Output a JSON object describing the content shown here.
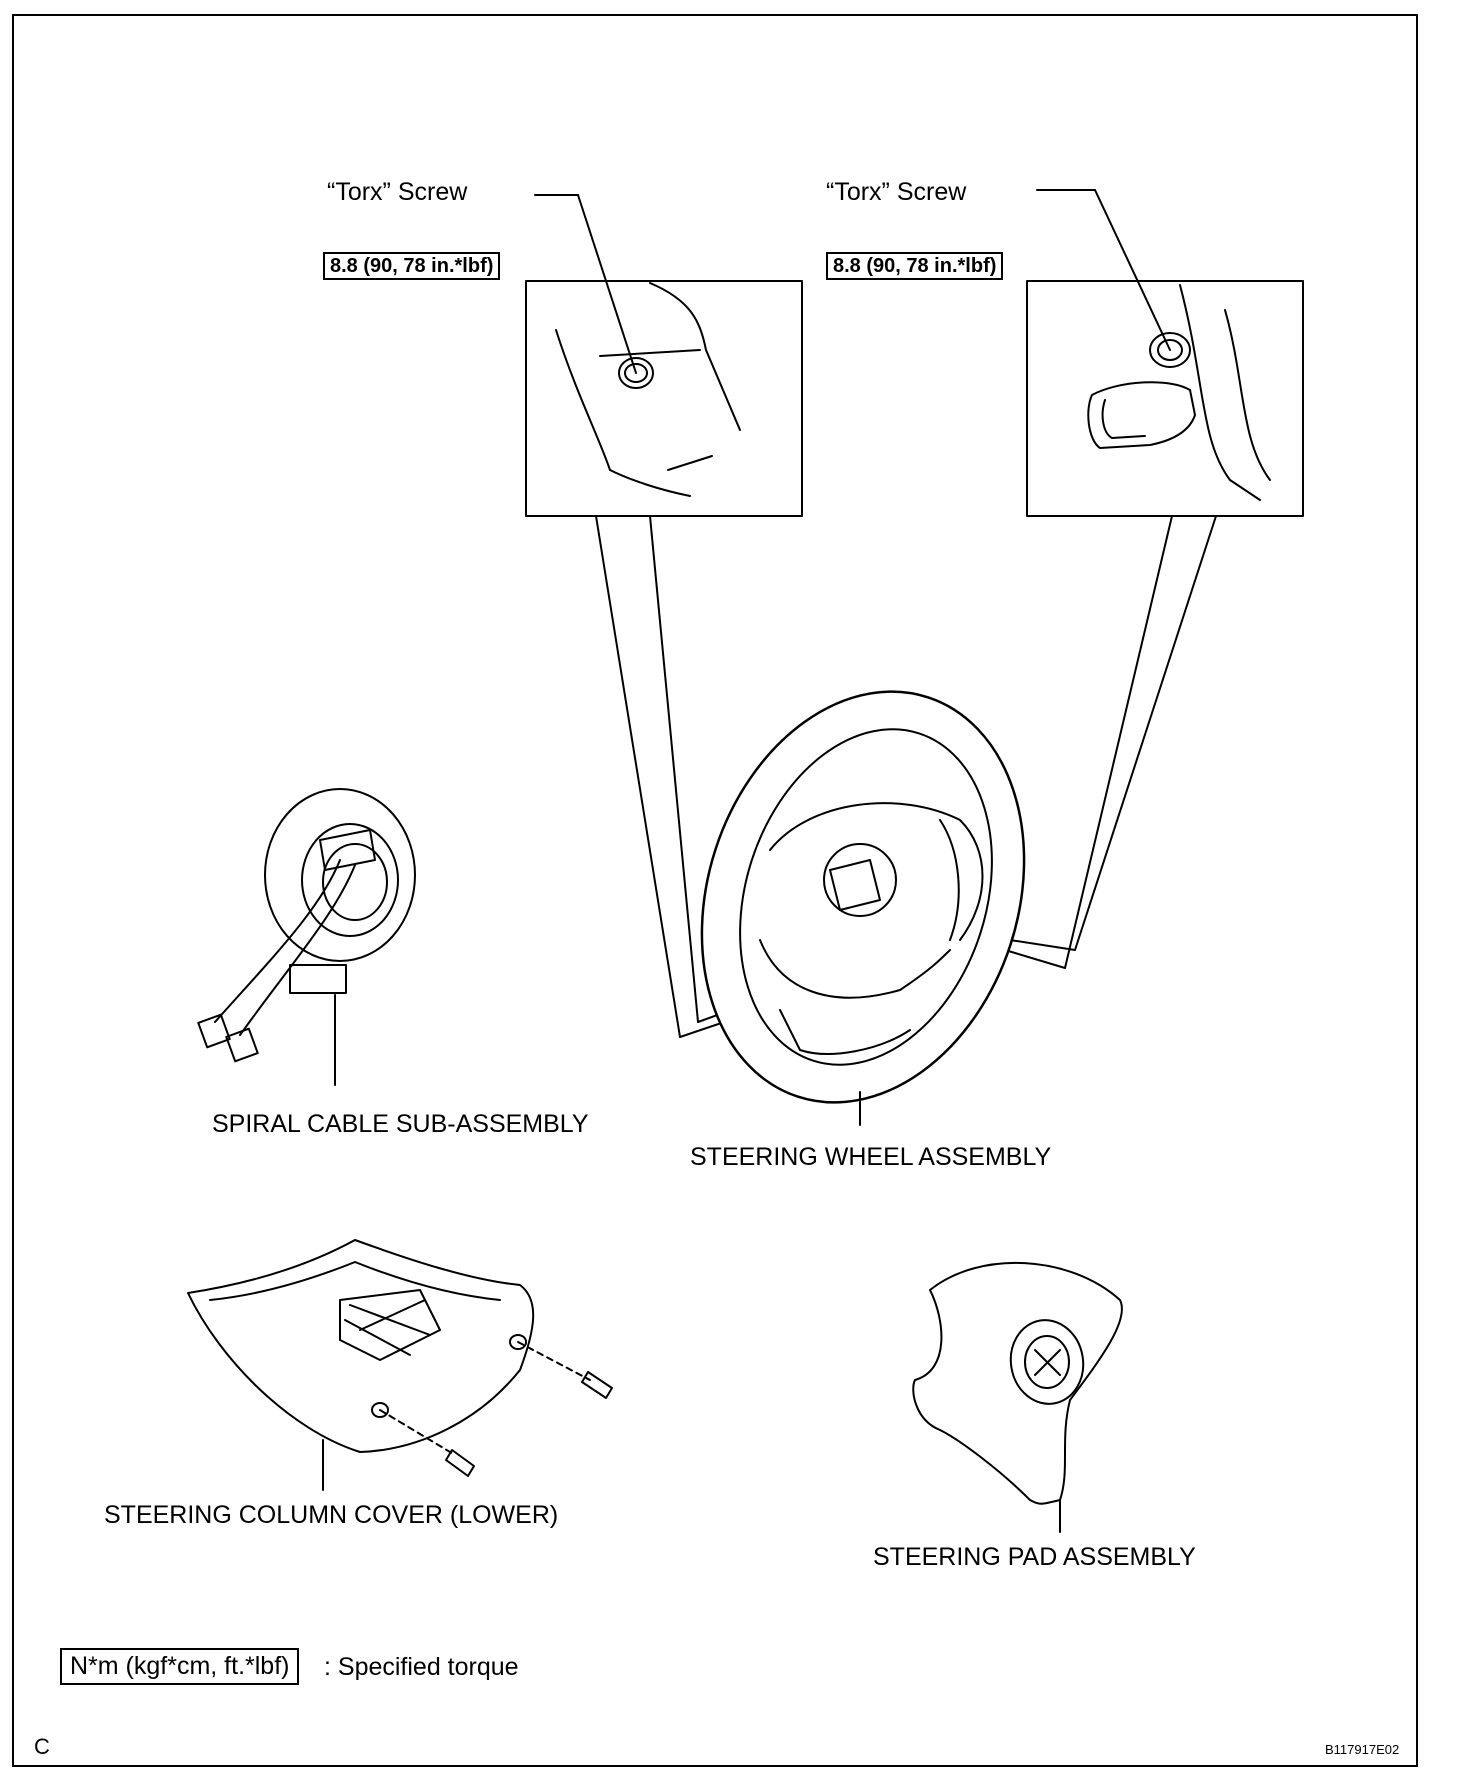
{
  "callouts": {
    "left_screw_label": "“Torx” Screw",
    "left_torque": "8.8 (90, 78 in.*lbf)",
    "right_screw_label": "“Torx” Screw",
    "right_torque": "8.8 (90, 78 in.*lbf)"
  },
  "parts": {
    "spiral_cable": "SPIRAL CABLE SUB-ASSEMBLY",
    "steering_wheel": "STEERING WHEEL ASSEMBLY",
    "column_cover": "STEERING COLUMN COVER (LOWER)",
    "steering_pad": "STEERING PAD ASSEMBLY"
  },
  "legend": {
    "torque_unit": "N*m (kgf*cm, ft.*lbf)",
    "description": ": Specified torque"
  },
  "corner_letter": "C",
  "figure_code": "B117917E02"
}
